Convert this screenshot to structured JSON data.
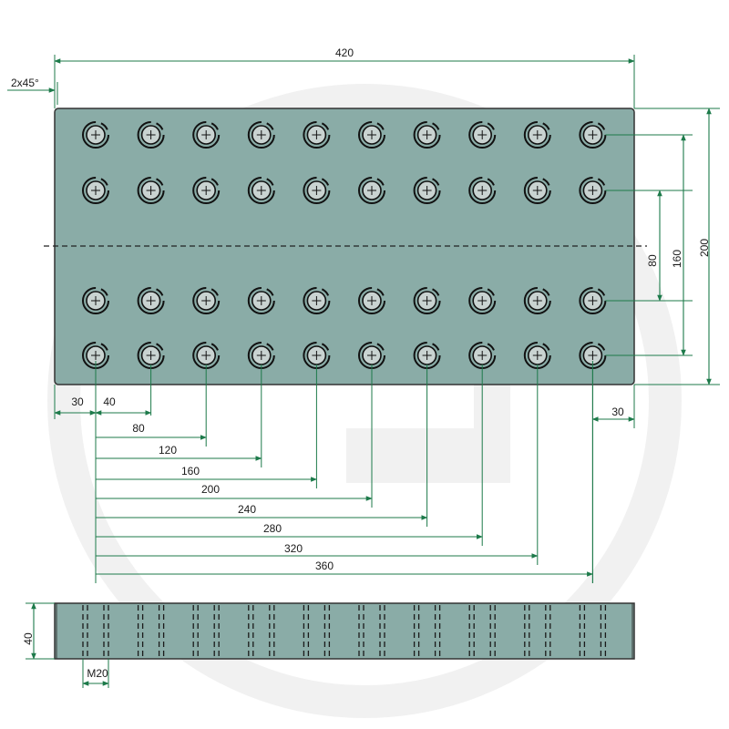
{
  "colors": {
    "plate_fill": "#8aaca7",
    "plate_stroke": "#333333",
    "dimension_line": "#1d7a4a",
    "hole_fill": "#c9d3d1",
    "watermark": "#eeeeee",
    "label_text": "#1a1a1a"
  },
  "top_view": {
    "columns": 10,
    "rows": 4,
    "labels": {
      "overall_width": "420",
      "chamfer": "2x45°",
      "overall_height": "200",
      "outer_hole_spacing": "160",
      "inner_hole_spacing": "80",
      "left_edge_offset": "30",
      "right_edge_offset": "30",
      "hole_pitch": "40",
      "column_offsets": [
        "80",
        "120",
        "160",
        "200",
        "240",
        "280",
        "320",
        "360"
      ]
    }
  },
  "side_view": {
    "labels": {
      "thickness": "40",
      "thread": "M20"
    }
  },
  "watermark_icon": "brand-logo-icon"
}
